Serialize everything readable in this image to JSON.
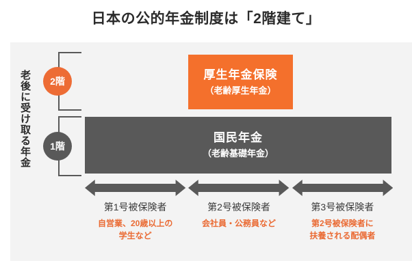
{
  "title": "日本の公的年金制度は「2階建て」",
  "side_label": "老後に受け取る年金",
  "tiers": [
    {
      "badge": "2階",
      "color": "#ed6c35"
    },
    {
      "badge": "1階",
      "color": "#595959"
    }
  ],
  "pension_boxes": {
    "tier2": {
      "name": "厚生年金保険",
      "sub": "（老齢厚生年金）",
      "color": "#f4702c"
    },
    "tier1": {
      "name": "国民年金",
      "sub": "（老齢基礎年金）",
      "color": "#595959"
    }
  },
  "insured_categories": [
    {
      "title": "第1号被保険者",
      "desc_line1": "自営業、20歳以上の",
      "desc_line2": "学生など"
    },
    {
      "title": "第2号被保険者",
      "desc_line1": "会社員・公務員など",
      "desc_line2": ""
    },
    {
      "title": "第3号被保険者",
      "desc_line1": "第2号被保険者に",
      "desc_line2": "扶養される配偶者"
    }
  ],
  "colors": {
    "accent_orange": "#ed6c35",
    "dark_gray": "#595959",
    "panel_bg": "#f3f3f3",
    "desc_orange": "#ea6a33"
  }
}
